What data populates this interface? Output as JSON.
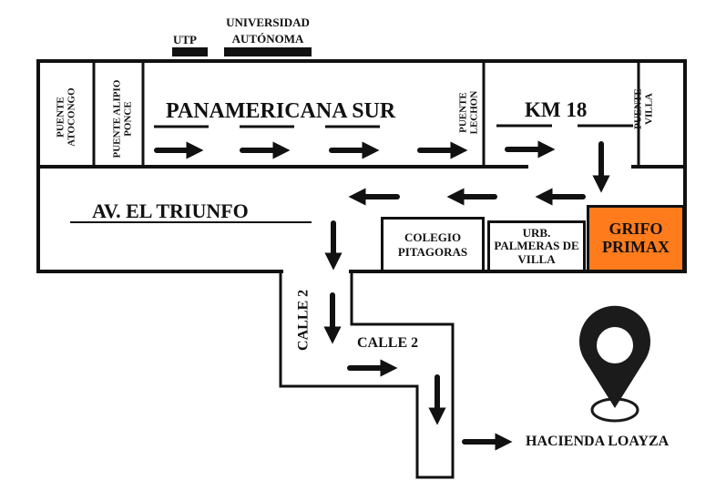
{
  "landmarks_top": {
    "utp": "UTP",
    "universidad": "UNIVERSIDAD AUTÓNOMA"
  },
  "bridges": {
    "atocongo": "PUENTE ATOCONGO",
    "alipio": "PUENTE ALIPIO PONCE",
    "lechon": "PUENTE LECHON",
    "villa": "PUENTE VILLA"
  },
  "roads": {
    "panamericana": "PANAMERICANA SUR",
    "km18": "KM 18",
    "triunfo": "AV. EL TRIUNFO",
    "calle2_vertical": "CALLE 2",
    "calle2_horizontal": "CALLE 2"
  },
  "places": {
    "colegio": "COLEGIO PITAGORAS",
    "urb": "URB. PALMERAS DE VILLA",
    "grifo": "GRIFO PRIMAX",
    "destination": "HACIENDA LOAYZA"
  },
  "colors": {
    "grifo": "#ff7b1c",
    "ink": "#111111"
  },
  "icons": {
    "destination": "map-pin-icon"
  }
}
